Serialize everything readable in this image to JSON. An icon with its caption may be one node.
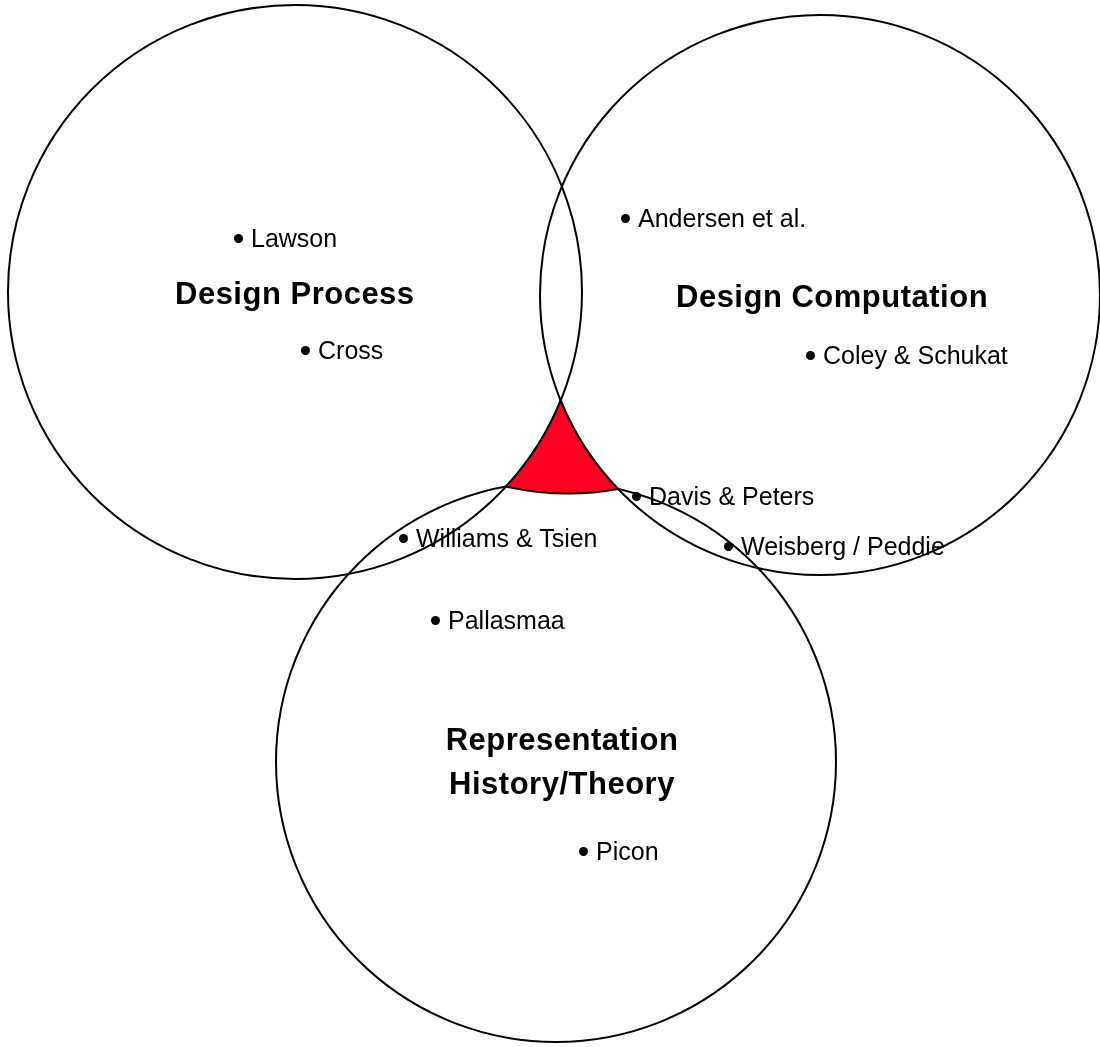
{
  "diagram": {
    "nodes": [
      {
        "text": [
          "Design Process"
        ]
      },
      {
        "text": [
          "Design Computation"
        ]
      },
      {
        "text": [
          "Representation History/Theory"
        ]
      },
      {
        "text": [],
        "shape": "triangle"
      }
    ],
    "labels": [
      "Andersen et al.",
      "Lawson",
      "Cross",
      "Coley & Schukat",
      "Davis & Peters",
      "Williams & Tsien",
      "Weisberg / Peddie",
      "Pallasmaa",
      "Picon"
    ]
  }
}
